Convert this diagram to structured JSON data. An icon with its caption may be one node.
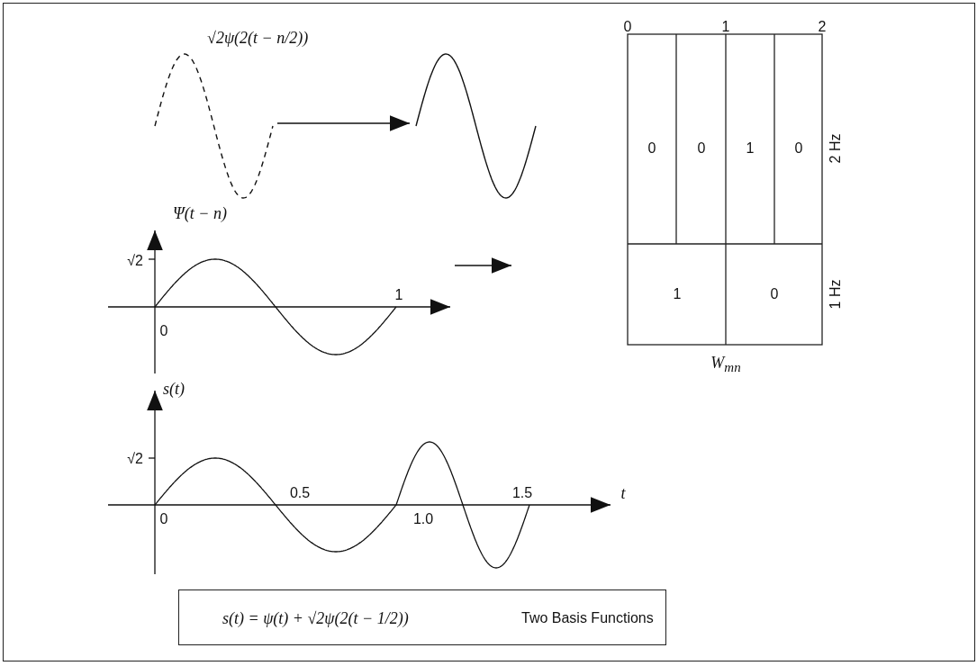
{
  "diagram": {
    "nodes": [
      {
        "text": [],
        "shape": "picture",
        "beside": [
          "√2ψ(2(t − n/2))"
        ]
      },
      {
        "text": [],
        "shape": "picture"
      },
      {
        "text": [],
        "shape": "picture"
      },
      {
        "text": [],
        "shape": "picture"
      },
      {
        "text": [
          "s(t) = ψ(t) + √2ψ(2(t − 1/2))",
          "Two Basis Functions"
        ]
      }
    ],
    "edges": [
      {
        "from": 0,
        "to": 1,
        "arrow": "to"
      },
      {
        "from": 2,
        "to": null,
        "arrow": "to"
      }
    ],
    "labels": [
      "0",
      "1",
      "2",
      "0",
      "0",
      "1",
      "0",
      "2 Hz",
      "Ψ(t − n)",
      "√2",
      "1",
      "0",
      "1",
      "0",
      "1 Hz",
      "W$_{mn}$",
      "s(t)",
      "√2",
      "0.5",
      "1.5",
      "t",
      "0",
      "1.0"
    ]
  }
}
